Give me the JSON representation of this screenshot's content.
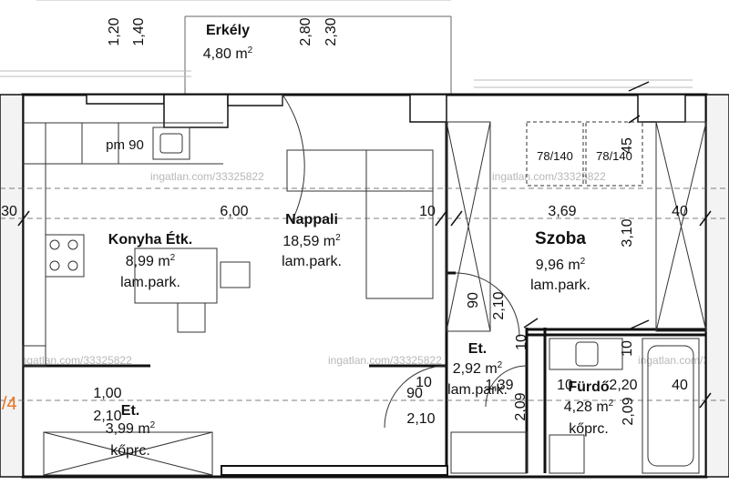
{
  "rooms": {
    "erkely": {
      "name": "Erkély",
      "area": "4,80 m",
      "sup": "2"
    },
    "konyha": {
      "name": "Konyha Étk.",
      "area": "8,99 m",
      "sup": "2",
      "floor": "lam.park."
    },
    "nappali": {
      "name": "Nappali",
      "area": "18,59 m",
      "sup": "2",
      "floor": "lam.park."
    },
    "szoba": {
      "name": "Szoba",
      "area": "9,96 m",
      "sup": "2",
      "floor": "lam.park."
    },
    "et_mid": {
      "name": "Et.",
      "area": "2,92 m",
      "sup": "2",
      "floor": "lam.park."
    },
    "et_left": {
      "name": "Et.",
      "area": "3,99 m",
      "sup": "2",
      "floor": "kőprc."
    },
    "furdo": {
      "name": "Fürdő",
      "area": "4,28 m",
      "sup": "2",
      "floor": "kőprc."
    }
  },
  "furniture": {
    "pm": "pm 90",
    "bed1": "78/140",
    "bed2": "78/140"
  },
  "dims": {
    "d120": "1,20",
    "d140": "1,40",
    "d280": "2,80",
    "d230": "2,30",
    "d600": "6,00",
    "d10a": "10",
    "d369": "3,69",
    "d40a": "40",
    "d30": "30",
    "d310": "3,10",
    "d45": "45",
    "d90a": "90",
    "d210a": "2,10",
    "d10b": "10",
    "d10c": "10",
    "d100": "1,00",
    "d210b": "2,10",
    "d90b": "90",
    "d10d": "10",
    "d139": "1,39",
    "d210c": "2,10",
    "d209a": "2,09",
    "d10e": "10",
    "d220": "2,20",
    "d40b": "40",
    "d209b": "2,09",
    "d4": "/4"
  },
  "watermarks": [
    "ingatlan.com/33325822",
    "ingatlan.com/33325822",
    "ingatlan.com/33325822",
    "ingatlan.com/33325822",
    "ingatlan.com/33325822"
  ],
  "colors": {
    "wall": "#111111",
    "line": "#222222",
    "accent": "#e8741e",
    "watermark": "#b8b8b8"
  }
}
